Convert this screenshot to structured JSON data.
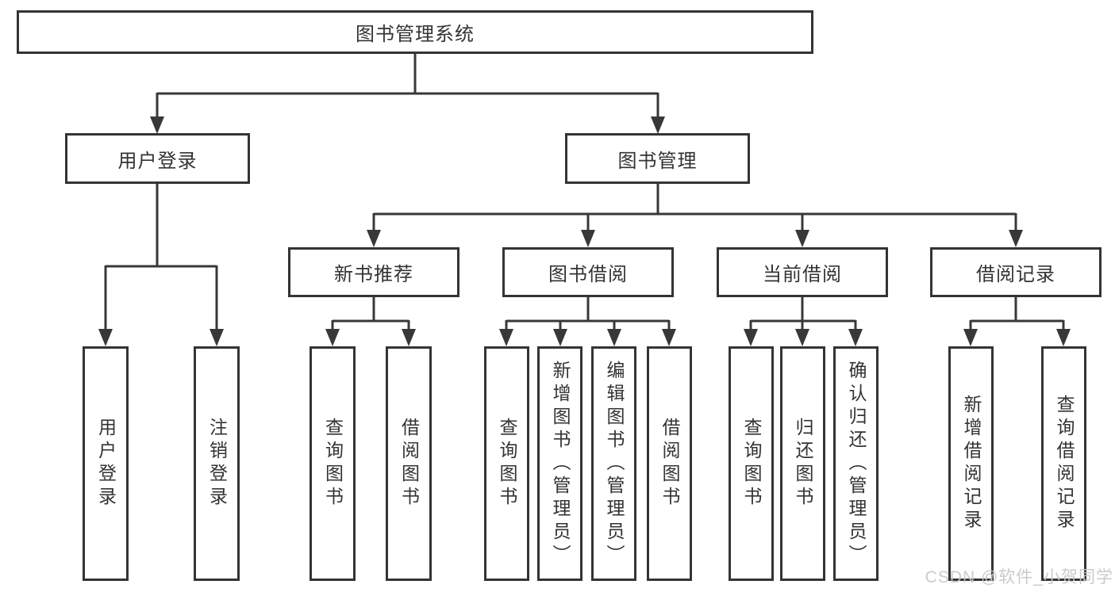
{
  "diagram": {
    "root": {
      "label": "图书管理系统"
    },
    "branches": [
      {
        "label": "用户登录",
        "leaves": [
          "用户登录",
          "注销登录"
        ]
      },
      {
        "label": "图书管理",
        "children": [
          {
            "label": "新书推荐",
            "leaves": [
              "查询图书",
              "借阅图书"
            ]
          },
          {
            "label": "图书借阅",
            "leaves": [
              "查询图书",
              "新增图书（管理员）",
              "编辑图书（管理员）",
              "借阅图书"
            ]
          },
          {
            "label": "当前借阅",
            "leaves": [
              "查询图书",
              "归还图书",
              "确认归还（管理员）"
            ]
          },
          {
            "label": "借阅记录",
            "leaves": [
              "新增借阅记录",
              "查询借阅记录"
            ]
          }
        ]
      }
    ],
    "line_color": "#383838"
  },
  "watermark": {
    "text": "CSDN @软件_小贺同学"
  }
}
